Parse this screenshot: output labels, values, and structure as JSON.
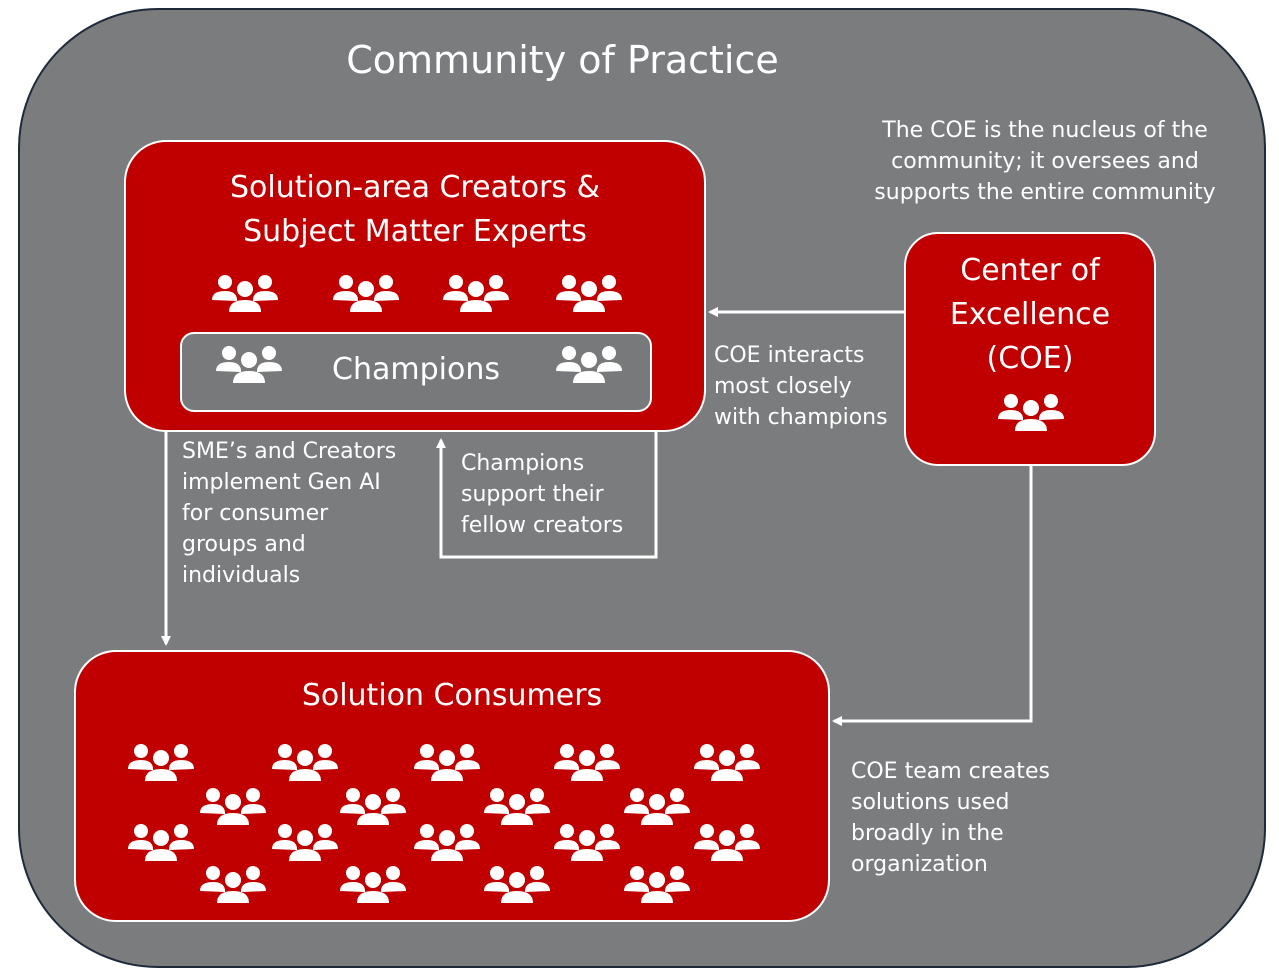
{
  "diagram": {
    "title": "Community of Practice",
    "creators_box": {
      "title_line1": "Solution-area Creators &",
      "title_line2": "Subject Matter Experts",
      "group_icon": "people-group-icon",
      "champions_label": "Champions"
    },
    "coe_box": {
      "line1": "Center of",
      "line2": "Excellence",
      "line3": "(COE)",
      "group_icon": "people-group-icon"
    },
    "consumers_box": {
      "title": "Solution Consumers",
      "group_icon": "people-group-icon"
    },
    "annotations": {
      "coe_nucleus": [
        "The COE is the nucleus of the",
        "community; it oversees and",
        "supports the entire community"
      ],
      "coe_interacts": [
        "COE interacts",
        "most closely",
        "with champions"
      ],
      "sme_implement": [
        "SME’s and Creators",
        "implement Gen AI",
        "for consumer",
        "groups and",
        "individuals"
      ],
      "champions_support": [
        "Champions",
        "support their",
        "fellow creators"
      ],
      "coe_creates": [
        "COE team creates",
        "solutions used",
        "broadly in the",
        "organization"
      ]
    },
    "colors": {
      "background_gray": "#7a7c7e",
      "box_red": "#c00000",
      "line_white": "#ffffff",
      "outer_border": "#1e2a3a"
    }
  }
}
